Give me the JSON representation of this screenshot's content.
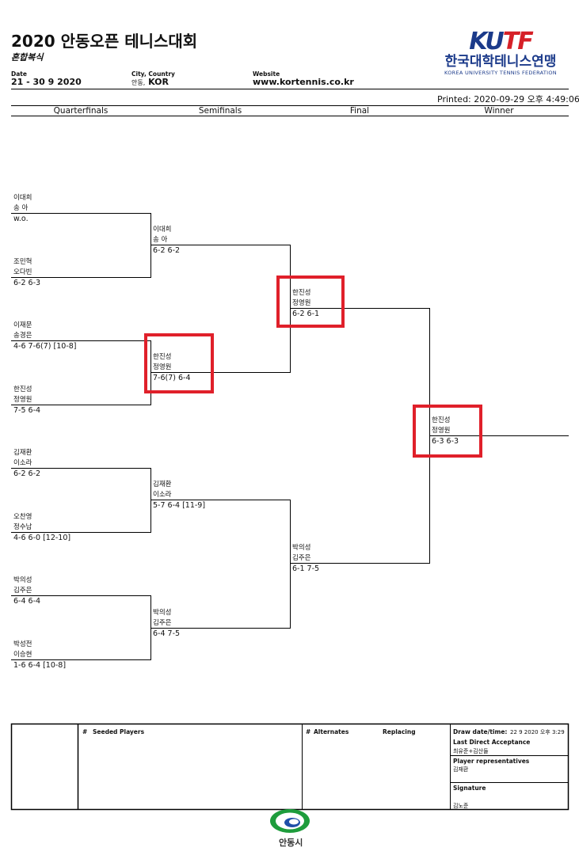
{
  "header": {
    "title": "2020 안동오픈 테니스대회",
    "subtitle": "혼합복식",
    "date_label": "Date",
    "date_value": "21 - 30 9 2020",
    "city_label": "City, Country",
    "city_value_prefix": "안동,",
    "city_value": "KOR",
    "website_label": "Website",
    "website_value": "www.kortennis.co.kr",
    "printed": "Printed: 2020-09-29 오후 4:49:06"
  },
  "logo": {
    "text_kutf": "KUTF",
    "text_kr": "한국대학테니스연맹",
    "text_en": "KOREA UNIVERSITY TENNIS FEDERATION"
  },
  "columns": [
    "Quarterfinals",
    "Semifinals",
    "Final",
    "Winner"
  ],
  "r1": [
    {
      "p1": "이대희",
      "p2": "송 아",
      "score": "w.o."
    },
    {
      "p1": "조민혁",
      "p2": "오다빈",
      "score": "6-2 6-3"
    },
    {
      "p1": "이재문",
      "p2": "송경은",
      "score": "4-6 7-6(7) [10-8]"
    },
    {
      "p1": "한진성",
      "p2": "정영원",
      "score": "7-5 6-4"
    },
    {
      "p1": "김재환",
      "p2": "이소라",
      "score": "6-2 6-2"
    },
    {
      "p1": "오찬영",
      "p2": "정수남",
      "score": "4-6 6-0 [12-10]"
    },
    {
      "p1": "박의성",
      "p2": "김주은",
      "score": "6-4 6-4"
    },
    {
      "p1": "박성전",
      "p2": "이승현",
      "score": "1-6 6-4 [10-8]"
    }
  ],
  "r2": [
    {
      "p1": "이대희",
      "p2": "송 아",
      "score": "6-2 6-2"
    },
    {
      "p1": "한진성",
      "p2": "정영원",
      "score": "7-6(7) 6-4"
    },
    {
      "p1": "김재환",
      "p2": "이소라",
      "score": "5-7 6-4 [11-9]"
    },
    {
      "p1": "박의성",
      "p2": "김주은",
      "score": "6-4 7-5"
    }
  ],
  "r3": [
    {
      "p1": "한진성",
      "p2": "정영원",
      "score": "6-2 6-1"
    },
    {
      "p1": "박의성",
      "p2": "김주은",
      "score": "6-1 7-5"
    }
  ],
  "winner": {
    "p1": "한진성",
    "p2": "정영원",
    "score": "6-3 6-3"
  },
  "bottom": {
    "seeded_hash": "#",
    "seeded_label": "Seeded Players",
    "alternates_hash": "#",
    "alternates_label": "Alternates",
    "replacing_label": "Replacing",
    "draw_date_label": "Draw date/time:",
    "draw_date_value": "22 9 2020 오후 3:29",
    "lda_label": "Last Direct Acceptance",
    "lda_value": "최유준+김산들",
    "reps_label": "Player representatives",
    "reps_value": "김재환",
    "signature_label": "Signature",
    "signature_value": "김노준"
  },
  "footer": {
    "city_name": "안동시"
  }
}
